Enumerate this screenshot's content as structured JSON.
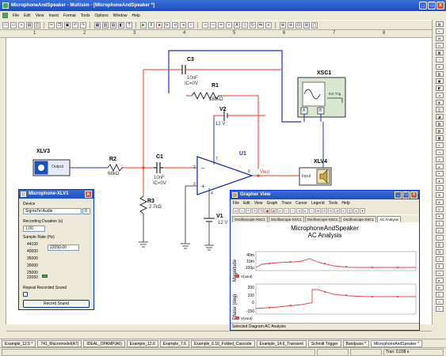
{
  "window": {
    "title": "MicrophoneAndSpeaker - Multisim - [MicrophoneAndSpeaker *]",
    "min": "_",
    "max": "□",
    "close": "x"
  },
  "menu": [
    "File",
    "Edit",
    "View",
    "Insert",
    "Format",
    "Tools",
    "Options",
    "Window",
    "Help"
  ],
  "ruler": [
    "1",
    "2",
    "3",
    "4",
    "5",
    "6",
    "7",
    "8"
  ],
  "schematic": {
    "c3": {
      "name": "C3",
      "value": "10nF",
      "ic": "IC=0V"
    },
    "r1": {
      "name": "R1",
      "value": "180kΩ"
    },
    "v2": {
      "name": "V2",
      "value": "12 V"
    },
    "r2": {
      "name": "R2",
      "value": "68kΩ"
    },
    "c1": {
      "name": "C1",
      "value": "10nF",
      "ic": "IC=0V"
    },
    "r3": {
      "name": "R3",
      "value": "2.7kΩ"
    },
    "v1": {
      "name": "V1",
      "value": "12 V"
    },
    "u1": {
      "name": "U1"
    },
    "xsc1": {
      "name": "XSC1",
      "ext_trig": "Ext Trig",
      "a": "A",
      "b": "B"
    },
    "xlv3": {
      "name": "XLV3",
      "port": "Output"
    },
    "xlv4": {
      "name": "XLV4",
      "port": "Input"
    },
    "vout": "Vout",
    "pins": [
      "2",
      "3",
      "6",
      "7",
      "4"
    ],
    "colors": {
      "red": "#e04020",
      "blue": "#2233bb"
    }
  },
  "xlv1": {
    "title": "Microphone-XLV1",
    "close": "x",
    "device_label": "Device",
    "device_value": "SigmaTel Audio",
    "device_index": "0",
    "duration_label": "Recording Duration (s)",
    "duration_value": "1.00",
    "rate_label": "Sample Rate (Hz)",
    "rate_value": "22050.00",
    "rate_ticks": [
      "44100",
      "40000",
      "35000",
      "30000",
      "25000",
      "22050"
    ],
    "repeat_label": "Repeat Recorded Sound",
    "record_button": "Record Sound"
  },
  "grapher": {
    "title": "Grapher View",
    "menu": [
      "File",
      "Edit",
      "View",
      "Graph",
      "Trace",
      "Cursor",
      "Legend",
      "Tools",
      "Help"
    ],
    "tabs": [
      "Oscilloscope-XSC1",
      "Oscilloscope-XSC1",
      "Oscilloscope-XSC1",
      "Oscilloscope-XSC1",
      "AC Analysis"
    ],
    "plot_title": "MicrophoneAndSpeaker",
    "plot_subtitle": "AC Analysis",
    "mag_ylabel": "Magnitude",
    "mag_ticks": [
      "40m",
      "10m",
      "100μ"
    ],
    "phase_ylabel": "Phase (deg)",
    "phase_ticks": [
      "200",
      "100",
      "0",
      "-150"
    ],
    "legend": "V(vout)",
    "status": "Selected Diagram:AC Analysis",
    "curve_color": "#e04848"
  },
  "bottom_tabs": [
    "Example_12.5 *",
    "741_Macromodel(A7)",
    "IDEAL_OPAMP(A6)",
    "Example_12.6",
    "Example_7.6",
    "Example_6.16_Folded_Cascode",
    "Example_14.6_Transient",
    "Schmitt Trigger",
    "Bandpass *",
    "MicrophoneAndSpeaker *"
  ],
  "status": {
    "tran": "Tran: 0.038 s"
  }
}
